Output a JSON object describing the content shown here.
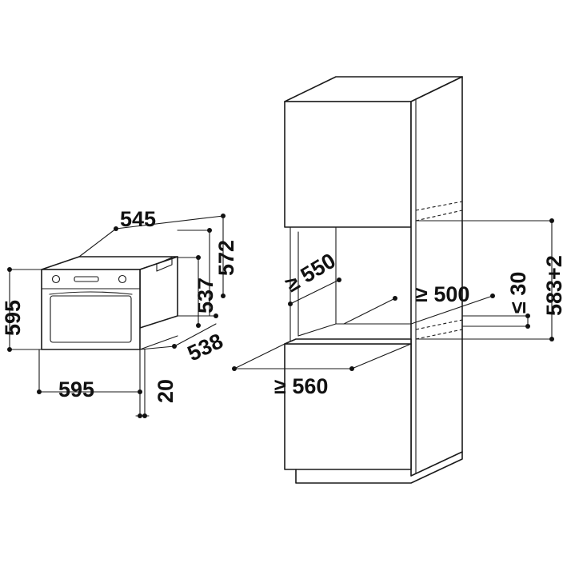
{
  "oven": {
    "dims": {
      "depth_top": "545",
      "height_total": "572",
      "height_inner": "537",
      "depth_side": "538",
      "height_front": "595",
      "width_front": "595",
      "panel_offset": "20"
    }
  },
  "cabinet": {
    "dims": {
      "niche_depth": "≥ 550",
      "back_gap": "≥ 500",
      "vent_gap": "≤ 30",
      "niche_height": "583+2",
      "niche_width": "≥ 560"
    }
  }
}
